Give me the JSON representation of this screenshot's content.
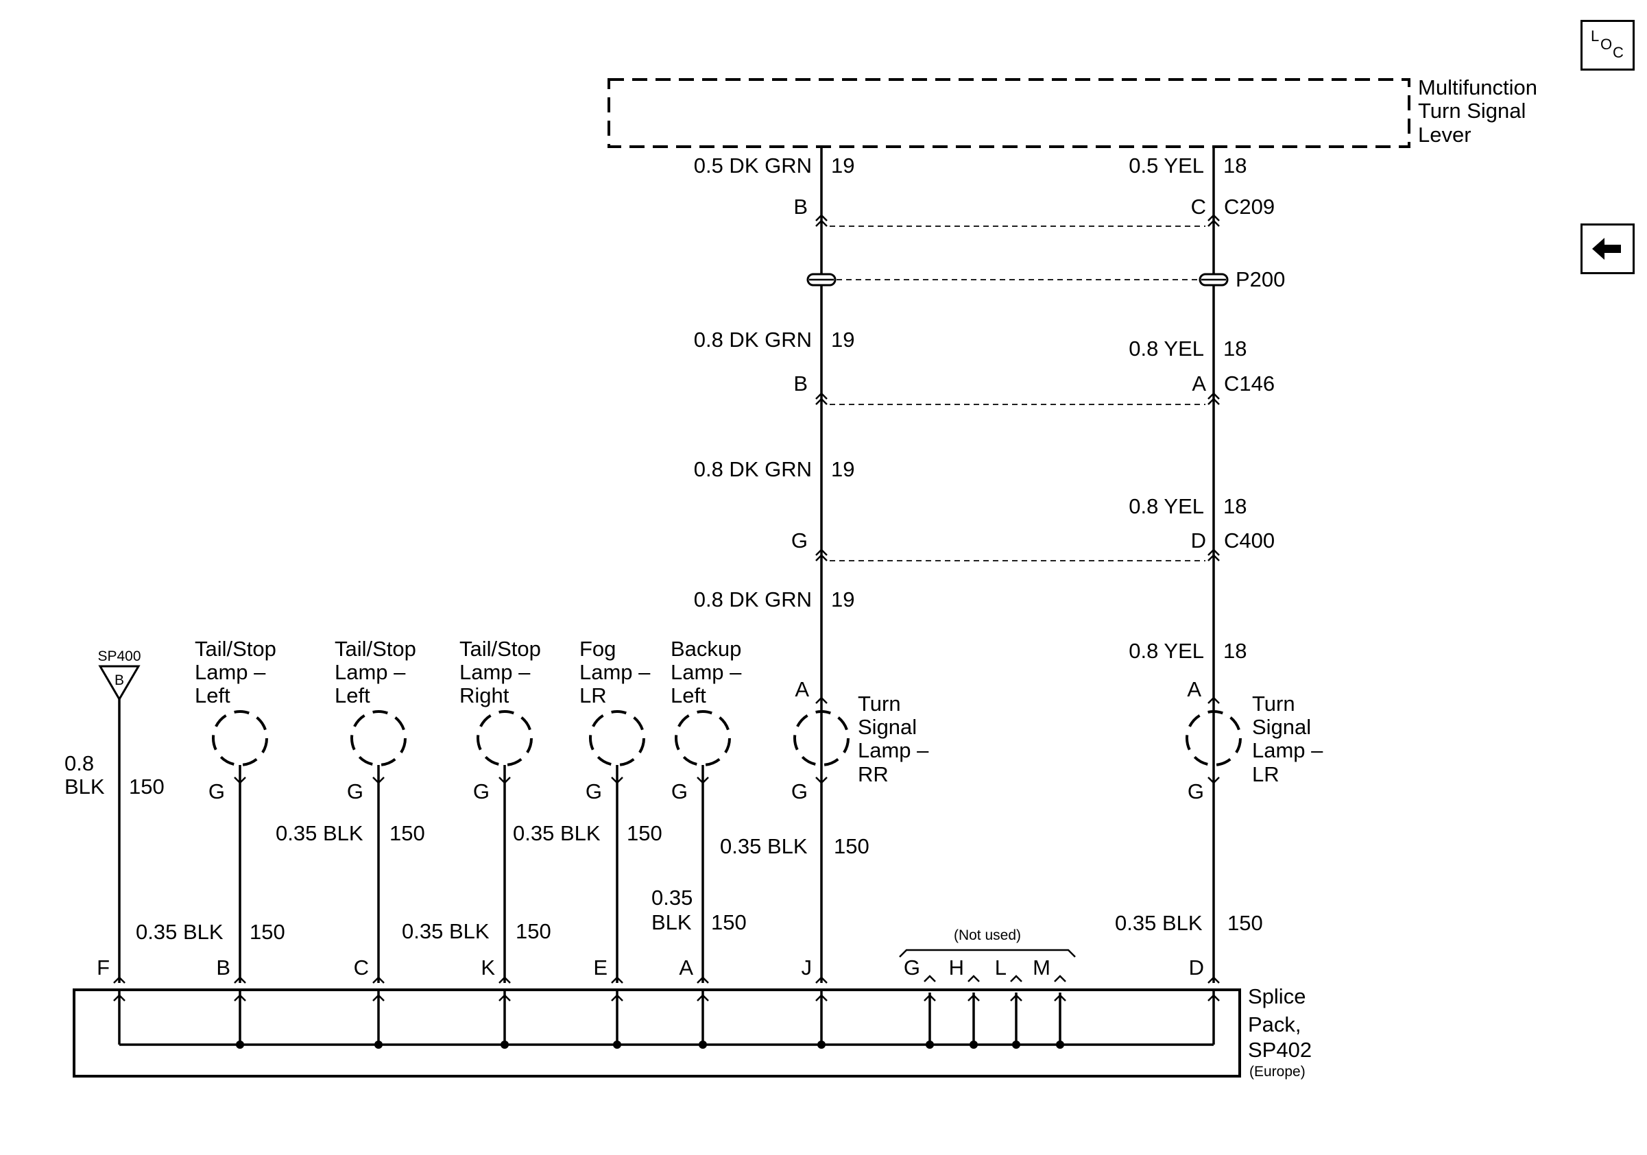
{
  "nav": {
    "loc_label": "L O C",
    "back_icon": "left-arrow-icon"
  },
  "components": {
    "lever": {
      "line1": "Multifunction",
      "line2": "Turn Signal",
      "line3": "Lever"
    },
    "lamps": {
      "tail_stop_left_1": {
        "line1": "Tail/Stop",
        "line2": "Lamp –",
        "line3": "Left"
      },
      "tail_stop_left_2": {
        "line1": "Tail/Stop",
        "line2": "Lamp –",
        "line3": "Left"
      },
      "tail_stop_right": {
        "line1": "Tail/Stop",
        "line2": "Lamp –",
        "line3": "Right"
      },
      "fog_lr": {
        "line1": "Fog",
        "line2": "Lamp –",
        "line3": "LR"
      },
      "backup_left": {
        "line1": "Backup",
        "line2": "Lamp –",
        "line3": "Left"
      },
      "turn_rr": {
        "line1": "Turn",
        "line2": "Signal",
        "line3": "Lamp –",
        "line4": "RR"
      },
      "turn_lr": {
        "line1": "Turn",
        "line2": "Signal",
        "line3": "Lamp –",
        "line4": "LR"
      }
    },
    "ground": {
      "label": "SP400",
      "pin": "B"
    },
    "splice_pack": {
      "line1": "Splice",
      "line2": "Pack,",
      "line3": "SP402",
      "line4": "(Europe)"
    }
  },
  "connectors": {
    "c209": "C209",
    "p200": "P200",
    "c146": "C146",
    "c400": "C400"
  },
  "wires": {
    "dkgrn_05": "0.5 DK GRN",
    "dkgrn_08": "0.8 DK GRN",
    "circuit_19": "19",
    "yel_05": "0.5 YEL",
    "yel_08": "0.8 YEL",
    "circuit_18": "18",
    "blk_035": "0.35 BLK",
    "blk_08_line1": "0.8",
    "blk_08_line2": "BLK",
    "blk_035_line1": "0.35",
    "blk_035_line2": "BLK",
    "circuit_150": "150"
  },
  "pins": {
    "c209_left": "B",
    "c209_right": "C",
    "c146_left": "B",
    "c146_right": "A",
    "c400_left": "G",
    "c400_right": "D",
    "lamp_rr_in": "A",
    "lamp_lr_in": "A",
    "lamp_ground": "G",
    "splice": [
      "F",
      "B",
      "C",
      "K",
      "E",
      "A",
      "J",
      "G",
      "H",
      "L",
      "M",
      "D"
    ]
  },
  "not_used": "(Not used)"
}
